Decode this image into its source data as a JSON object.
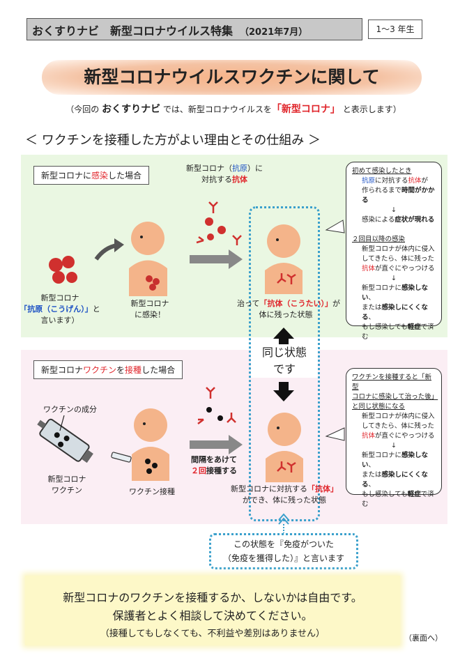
{
  "header": {
    "title": "おくすりナビ　新型コロナウイルス特集",
    "date": "（2021年7月）",
    "grade": "1～3 年生"
  },
  "main_title": "新型コロナウイルスワクチンに関して",
  "note": {
    "pre": "（今回の",
    "navi": "おくすりナビ",
    "mid": "では、新型コロナウイルスを",
    "term": "「新型コロナ」",
    "post": "と表示します）"
  },
  "section_title": "＜ ワクチンを接種した方がよい理由とその仕組み ＞",
  "infection": {
    "label_pre": "新型コロナに",
    "label_hl": "感染",
    "label_post": "した場合",
    "virus_caption": [
      "新型コロナ",
      "（「抗原（こうげん）」と",
      "言います）"
    ],
    "virus_caption_hl": "「抗原（こうげん）」",
    "body_caption": [
      "新型コロナ",
      "に感染！"
    ],
    "antibody_note_1a": "新型コロナ（",
    "antibody_note_1b": "抗原",
    "antibody_note_1c": "）に",
    "antibody_note_2a": "対抗する",
    "antibody_note_2b": "抗体",
    "healed_1a": "治って",
    "healed_1b": "「抗体（こうたい）」",
    "healed_1c": "が",
    "healed_2": "体に残った状態"
  },
  "bubble1": {
    "h1": "初めて感染したとき",
    "l1a": "抗原",
    "l1b": "に対抗する",
    "l1c": "抗体",
    "l1d": "が",
    "l2a": "作られるまで",
    "l2b": "時間がかかる",
    "arrow": "↓",
    "l3a": "感染による",
    "l3b": "症状が現れる",
    "h2": "２回目以降の感染",
    "l4": "新型コロナが体内に侵入",
    "l5": "してきたら、体に残った",
    "l6a": "抗体",
    "l6b": "が直ぐにやっつける",
    "l7a": "新型コロナに",
    "l7b": "感染しない",
    "l7c": "、",
    "l8a": "または",
    "l8b": "感染しにくくなる",
    "l8c": "、",
    "l9a": "もし感染しても",
    "l9b": "軽症",
    "l9c": "で済む"
  },
  "same_state": [
    "同じ状態",
    "です"
  ],
  "vaccine": {
    "label_pre": "新型コロナ",
    "label_hl1": "ワクチン",
    "label_mid": "を",
    "label_hl2": "接種",
    "label_post": "した場合",
    "component": "ワクチンの成分",
    "vial_caption": [
      "新型コロナ",
      "ワクチン"
    ],
    "shot_caption": "ワクチン接種",
    "interval_1": "間隔をあけて",
    "interval_2a": "２回",
    "interval_2b": "接種する",
    "result_1a": "新型コロナに対抗する",
    "result_1b": "「抗体」",
    "result_2": "ができ、体に残った状態"
  },
  "bubble2": {
    "h1": "ワクチンを接種すると「新型",
    "h2": "コロナに感染して治った後」",
    "h3": "と同じ状態になる",
    "l4": "新型コロナが体内に侵入",
    "l5": "してきたら、体に残った",
    "l6a": "抗体",
    "l6b": "が直ぐにやっつける",
    "arrow": "↓",
    "l7a": "新型コロナに",
    "l7b": "感染しない",
    "l7c": "、",
    "l8a": "または",
    "l8b": "感染しにくくなる",
    "l8c": "、",
    "l9a": "もし感染しても",
    "l9b": "軽症",
    "l9c": "で済む"
  },
  "state_box": [
    "この状態を『免疫がついた",
    "（免疫を獲得した）』と言います"
  ],
  "footer": {
    "l1": "新型コロナのワクチンを接種するか、しないかは自由です。",
    "l2": "保護者とよく相談して決めてください。",
    "l3": "（接種してもしなくても、不利益や差別はありません）",
    "back": "（裏面へ）"
  },
  "colors": {
    "accent_red": "#e0252b",
    "accent_blue": "#1a4fc4",
    "dotted": "#3aa0cc",
    "green_panel": "#eaf7e2",
    "pink_panel": "#fbeef4"
  }
}
